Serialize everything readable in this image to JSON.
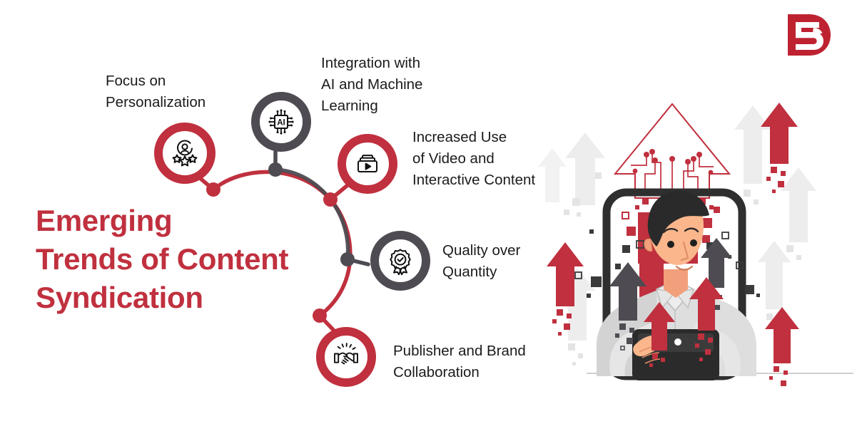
{
  "brand": {
    "logo_name": "db-monogram-logo",
    "accent_red": "#C0303E",
    "accent_gray": "#4E4B52",
    "background": "#FFFFFF"
  },
  "headline": {
    "line1": "Emerging",
    "line2": "Trends of Content",
    "line3": "Syndication"
  },
  "diagram": {
    "type": "radial-trend-map",
    "node_count": 5,
    "nodes": [
      {
        "id": "personalization",
        "label": "Focus on\nPersonalization",
        "icon": "user-with-stars-icon",
        "ring_color": "#C0303E",
        "dot_color": "#C0303E"
      },
      {
        "id": "ai-ml",
        "label": "Integration with\nAI and Machine\nLearning",
        "icon": "ai-chip-icon",
        "ring_color": "#4E4B52",
        "dot_color": "#4E4B52"
      },
      {
        "id": "video",
        "label": "Increased Use\nof Video and\nInteractive Content",
        "icon": "video-play-box-icon",
        "ring_color": "#C0303E",
        "dot_color": "#C0303E"
      },
      {
        "id": "quality",
        "label": "Quality over\nQuantity",
        "icon": "award-ribbon-check-icon",
        "ring_color": "#4E4B52",
        "dot_color": "#4E4B52"
      },
      {
        "id": "collaboration",
        "label": "Publisher and Brand\nCollaboration",
        "icon": "handshake-icon",
        "ring_color": "#C0303E",
        "dot_color": "#C0303E"
      }
    ]
  },
  "illustration": {
    "name": "man-with-tablet-in-phone-frame",
    "elements": [
      "smartphone-frame",
      "person-holding-tablet",
      "circuit-arrow",
      "rising-arrows",
      "pixel-squares"
    ],
    "arrow_colors": [
      "#C0303E",
      "#4E4B52",
      "#E8E8E8"
    ]
  }
}
